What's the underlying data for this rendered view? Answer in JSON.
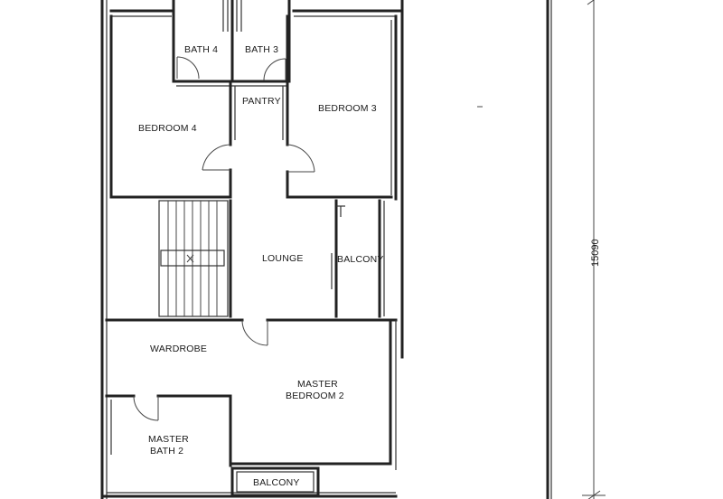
{
  "rooms": {
    "bath4": "BATH 4",
    "bath3": "BATH 3",
    "pantry": "PANTRY",
    "bedroom4": "BEDROOM 4",
    "bedroom3": "BEDROOM 3",
    "lounge": "LOUNGE",
    "balcony_right": "BALCONY",
    "wardrobe": "WARDROBE",
    "master_bedroom_line1": "MASTER",
    "master_bedroom_line2": "BEDROOM 2",
    "master_bath_line1": "MASTER",
    "master_bath_line2": "BATH 2",
    "balcony_bottom": "BALCONY"
  },
  "dimension": {
    "length": "15090"
  }
}
